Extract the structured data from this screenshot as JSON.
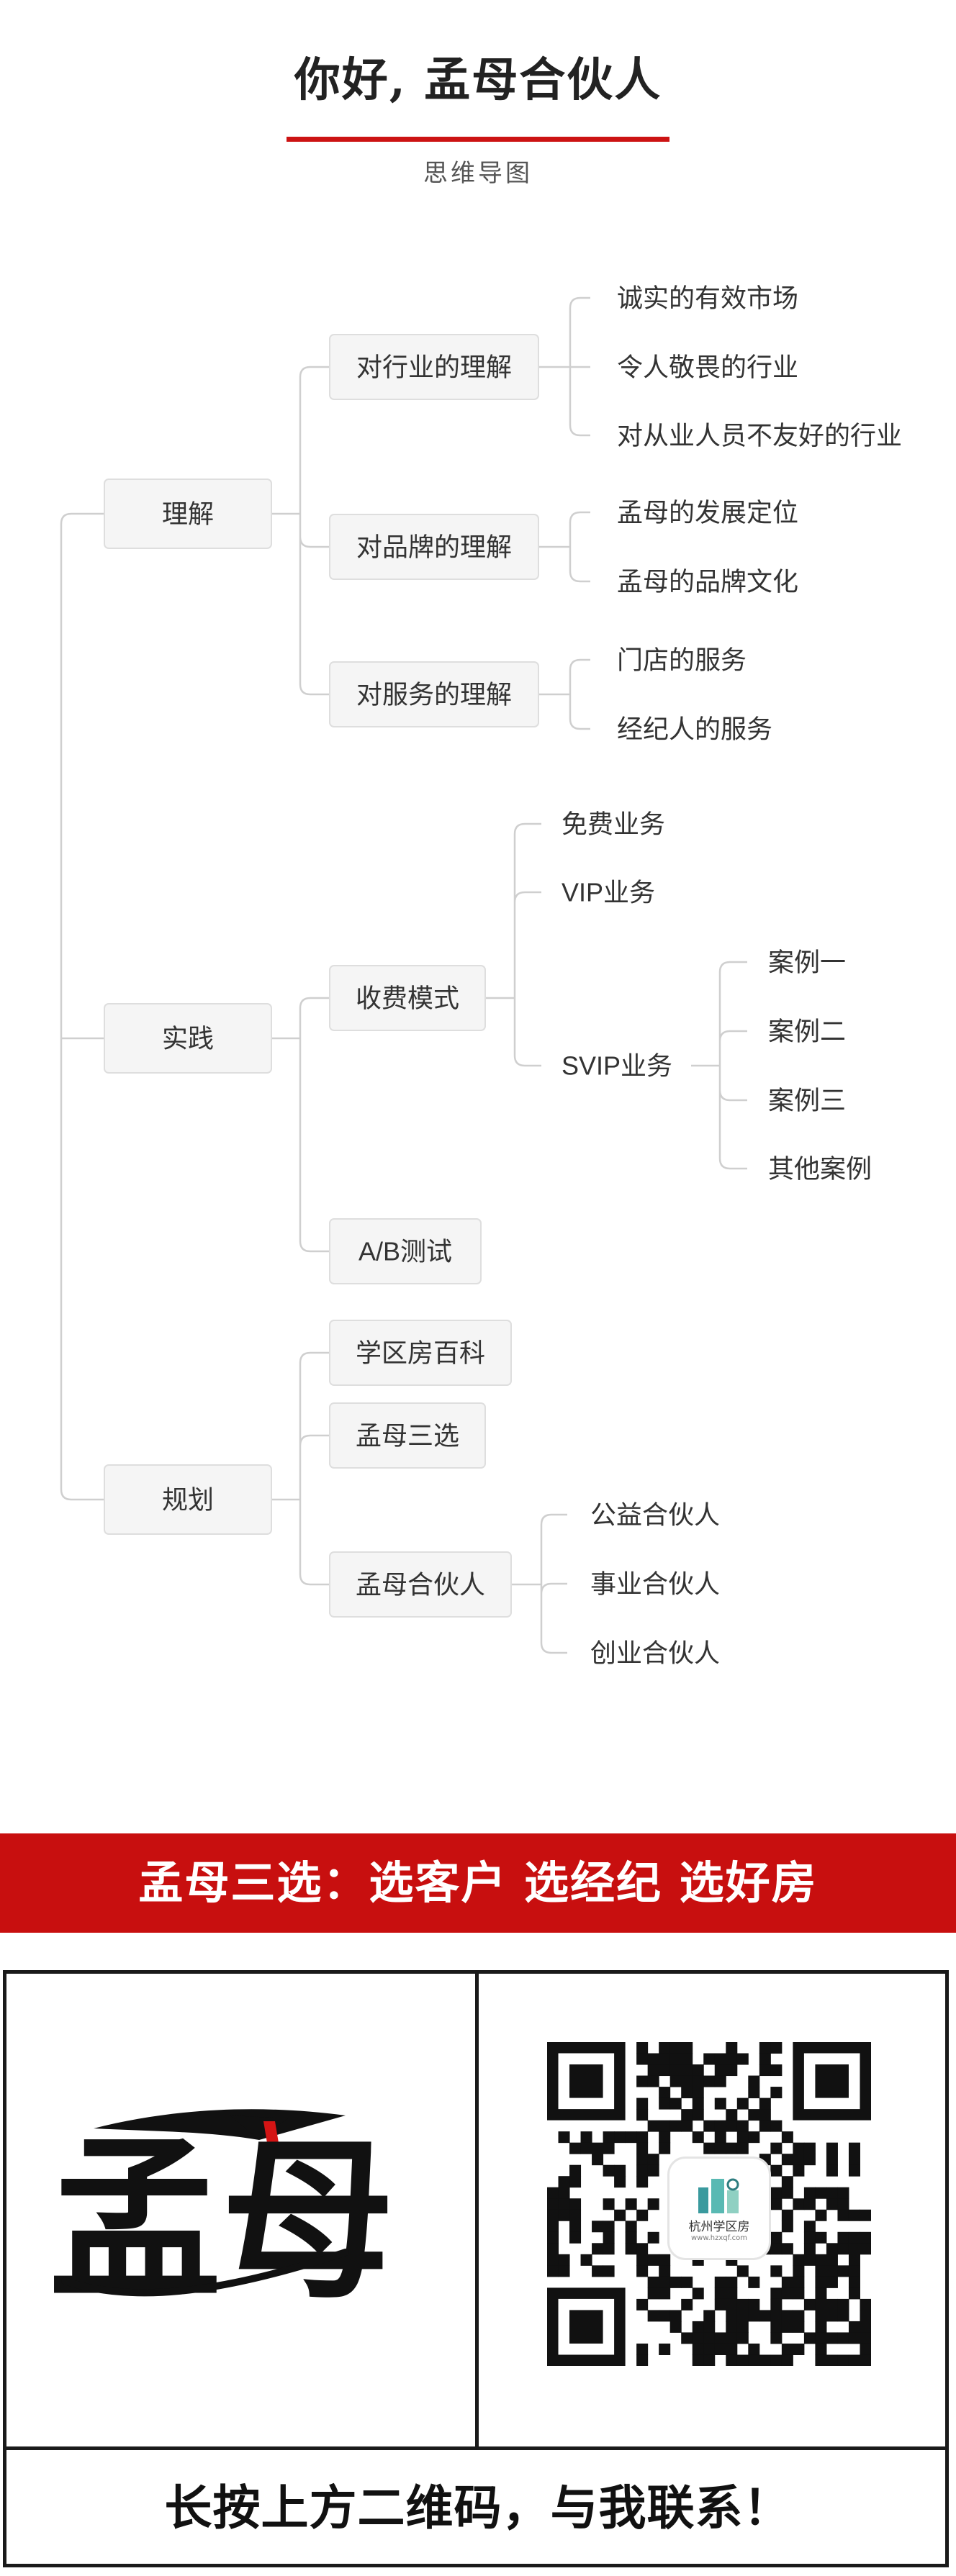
{
  "header": {
    "title": "你好, 孟母合伙人",
    "subtitle": "思维导图"
  },
  "mindmap": {
    "root_branches": [
      {
        "label": "理解",
        "children": [
          {
            "label": "对行业的理解",
            "children": [
              "诚实的有效市场",
              "令人敬畏的行业",
              "对从业人员不友好的行业"
            ]
          },
          {
            "label": "对品牌的理解",
            "children": [
              "孟母的发展定位",
              "孟母的品牌文化"
            ]
          },
          {
            "label": "对服务的理解",
            "children": [
              "门店的服务",
              "经纪人的服务"
            ]
          }
        ]
      },
      {
        "label": "实践",
        "children": [
          {
            "label": "收费模式",
            "children": [
              {
                "label": "免费业务"
              },
              {
                "label": "VIP业务"
              },
              {
                "label": "SVIP业务",
                "children": [
                  "案例一",
                  "案例二",
                  "案例三",
                  "其他案例"
                ]
              }
            ]
          },
          {
            "label": "A/B测试"
          }
        ]
      },
      {
        "label": "规划",
        "children": [
          {
            "label": "学区房百科"
          },
          {
            "label": "孟母三选"
          },
          {
            "label": "孟母合伙人",
            "children": [
              "公益合伙人",
              "事业合伙人",
              "创业合伙人"
            ]
          }
        ]
      }
    ]
  },
  "slogan": "孟母三选：选客户  选经纪  选好房",
  "logo": {
    "text": "孟母"
  },
  "qr_badge": {
    "text": "杭州学区房",
    "url": "www.hzxqf.com",
    "icon": "building-icon"
  },
  "footer": {
    "caption": "长按上方二维码，与我联系！"
  },
  "colors": {
    "accent": "#c80f0f",
    "node_fill": "#f5f5f5",
    "connector": "#cfcfcf"
  }
}
